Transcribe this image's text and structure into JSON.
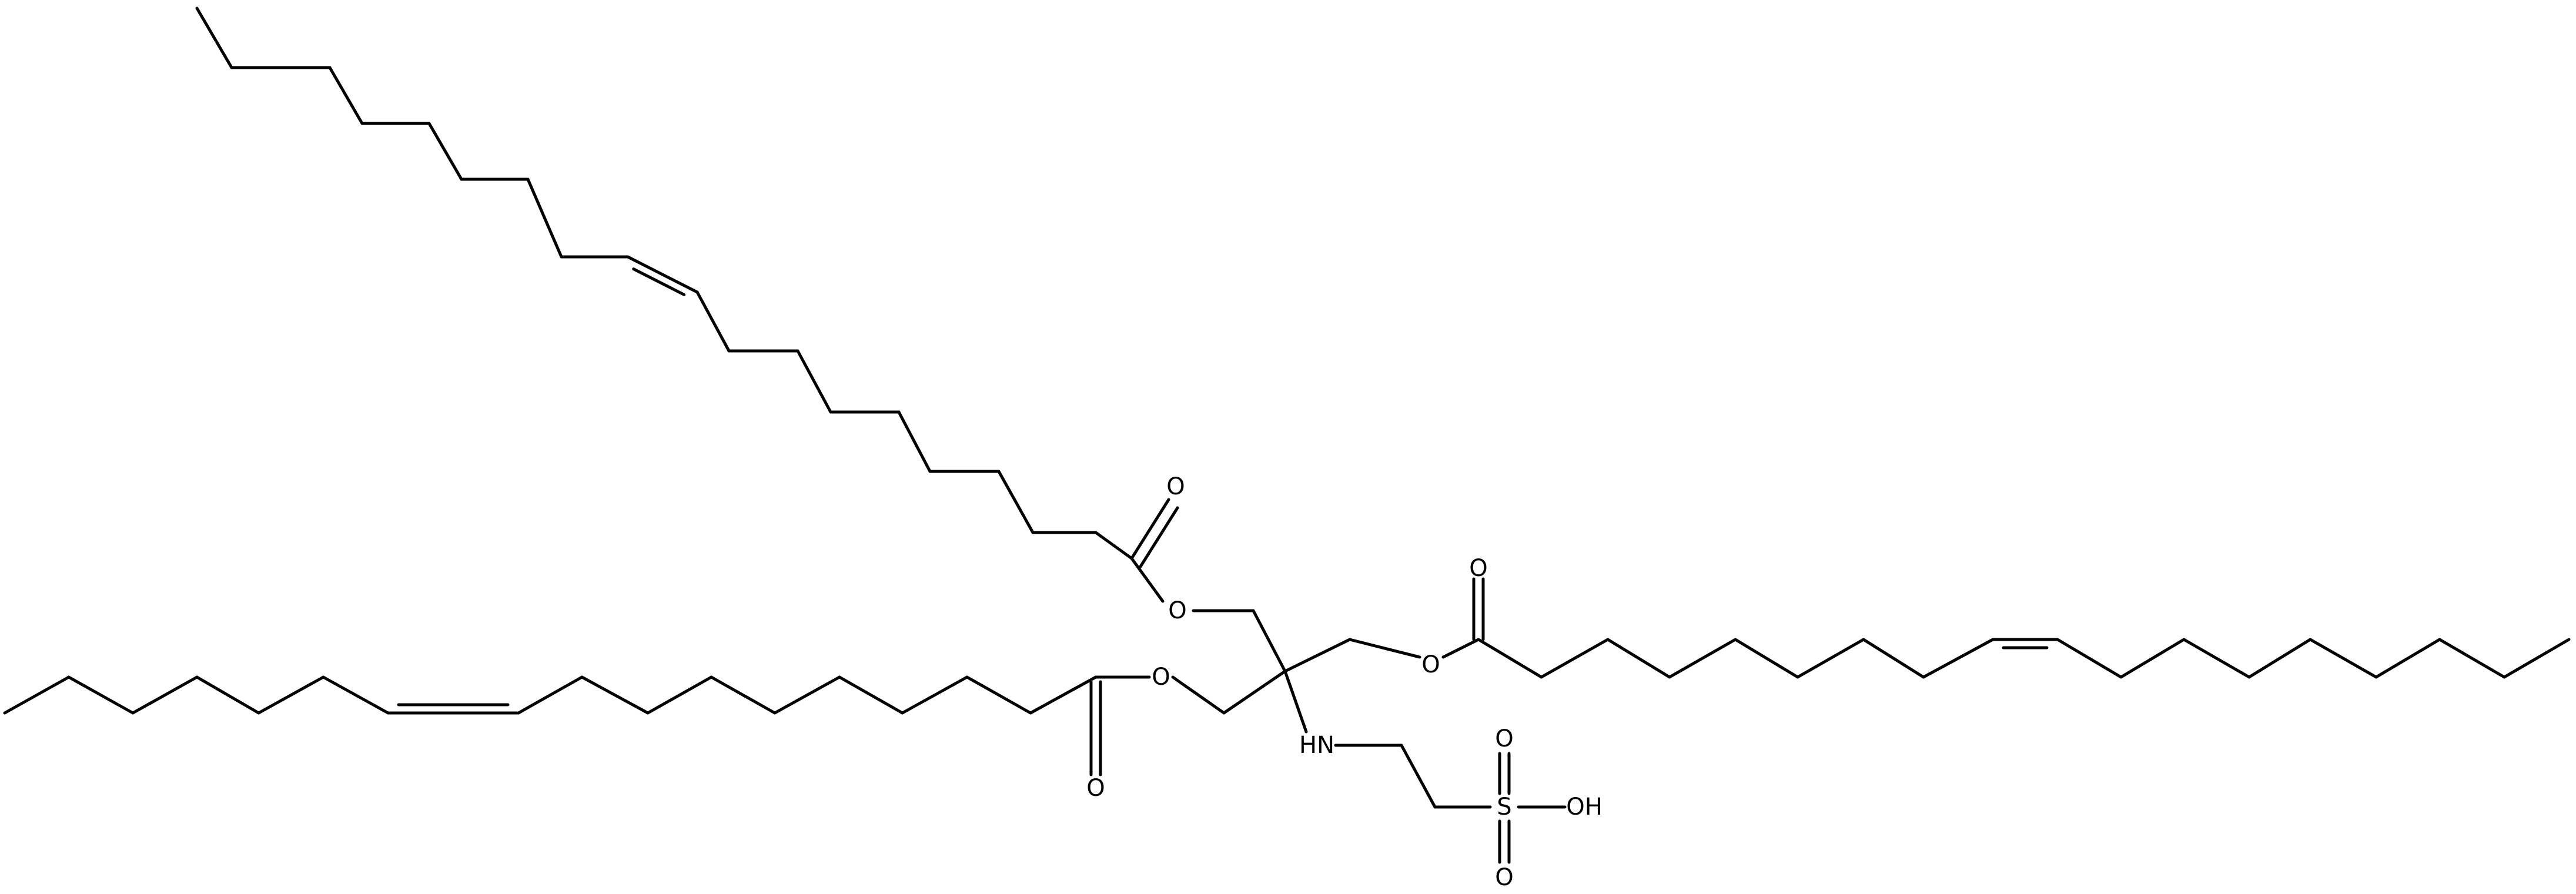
{
  "structure": {
    "bond_color": "#000000",
    "background": "#ffffff",
    "atom_labels": {
      "o_ester_top": "O",
      "o_carbonyl_top": "O",
      "o_ester_left": "O",
      "o_carbonyl_left": "O",
      "o_ester_right": "O",
      "o_carbonyl_right": "O",
      "nh": "HN",
      "s": "S",
      "o_sulfonyl_up": "O",
      "o_sulfonyl_down": "O",
      "oh": "OH"
    }
  }
}
